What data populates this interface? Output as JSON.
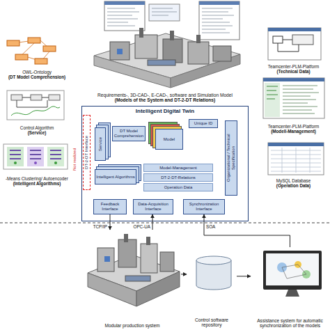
{
  "diagram": {
    "nodes": [
      {
        "text": [
          "Requirements-, 3D-CAD-, E-CAD-, software and Simulation Model",
          "(Models of the System and DT-2-DT Relations)"
        ]
      },
      {
        "text": [
          "OWL-Ontology",
          "(DT Model Comprehension)"
        ]
      },
      {
        "text": [
          "Control Algorithm",
          "(Service)"
        ]
      },
      {
        "text": [
          "-Means Clustering/ Autoencoder",
          "(Intelligent Algorithms)"
        ]
      },
      {
        "text": [
          "Teamcenter-PLM-Platform",
          "(Technical Data)"
        ]
      },
      {
        "text": [
          "Teamcenter-PLM-Platform",
          "(Modell-Management)"
        ]
      },
      {
        "text": [
          "MySQL Database",
          "(Operation Data)"
        ]
      },
      {
        "text": [
          "Intelligent Digital Twin"
        ]
      },
      {
        "text": [
          "DT-2-DT Interface"
        ],
        "in": 7
      },
      {
        "text": [
          "Service"
        ],
        "in": 7
      },
      {
        "text": [
          "DT Model Comprehension"
        ],
        "in": 7
      },
      {
        "text": [
          "Model"
        ],
        "in": 7
      },
      {
        "text": [
          "Unique ID"
        ],
        "in": 7
      },
      {
        "text": [
          "Intelligent Algorithms"
        ],
        "in": 7
      },
      {
        "text": [
          "Model-Management"
        ],
        "in": 7
      },
      {
        "text": [
          "DT-2-DT-Relations"
        ],
        "in": 7
      },
      {
        "text": [
          "Operation Data"
        ],
        "in": 7
      },
      {
        "text": [
          "Organizational / Technical Specification"
        ],
        "in": 7
      },
      {
        "text": [
          "Feedback Interface"
        ],
        "in": 7
      },
      {
        "text": [
          "Data-Acquisition Interface"
        ],
        "in": 7
      },
      {
        "text": [
          "Synchronization Interface"
        ],
        "in": 7
      },
      {
        "text": [
          "Modular production system"
        ]
      },
      {
        "text": [
          "Control software repository"
        ]
      },
      {
        "text": [
          "Assistance system for automatic synchronization of the models"
        ]
      }
    ],
    "edges": [
      {
        "from": 18,
        "to": 21,
        "arrow": "to",
        "label": "TCP/IP"
      },
      {
        "from": 21,
        "to": 19,
        "arrow": "to",
        "label": "OPC-UA"
      },
      {
        "from": 23,
        "to": 20,
        "arrow": "to",
        "label": "SOA"
      },
      {
        "from": 21,
        "to": 22,
        "arrow": "to"
      },
      {
        "from": 22,
        "to": 23,
        "arrow": "to"
      }
    ],
    "labels": [
      "Not realized"
    ]
  }
}
